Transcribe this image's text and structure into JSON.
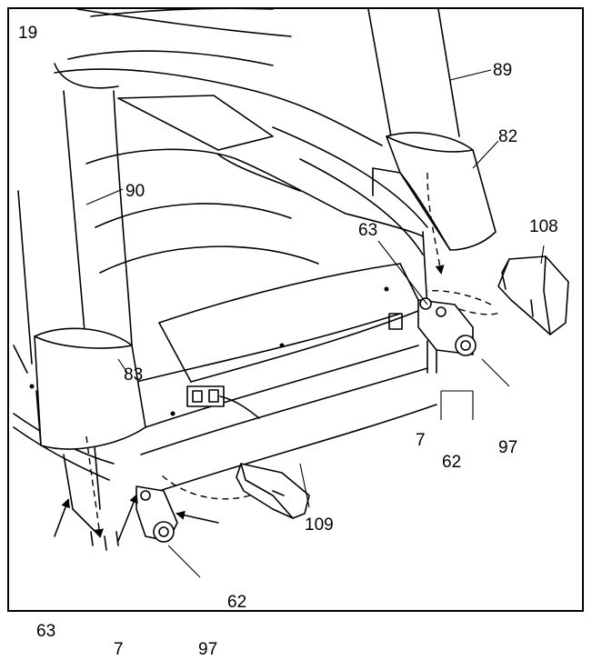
{
  "step_number": "19",
  "labels": {
    "l90": "90",
    "l83": "83",
    "l89": "89",
    "l82": "82",
    "l63_upper": "63",
    "l108": "108",
    "l7_upper": "7",
    "l62_upper": "62",
    "l97_upper": "97",
    "l109": "109",
    "l62_lower": "62",
    "l63_lower": "63",
    "l7_lower": "7",
    "l97_lower": "97"
  }
}
